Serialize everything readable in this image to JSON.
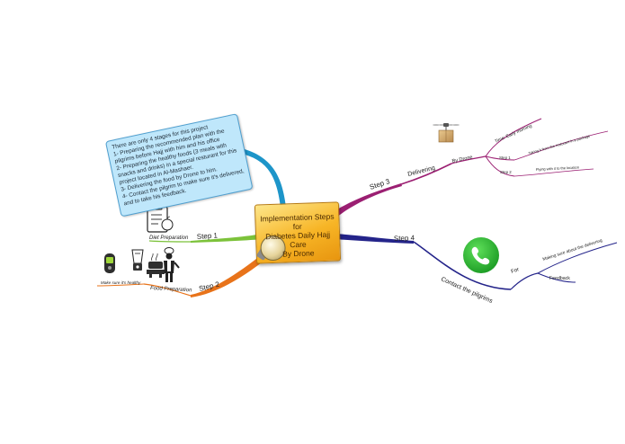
{
  "central_topic": {
    "title_lines": [
      "Implementation Steps for",
      "Diabetes Daily Hajj Care",
      "By Drone"
    ]
  },
  "note": {
    "lines": [
      "There are only 4 stages for this project",
      "1- Preparing the recommended plan with the",
      "pilgrims before Hajj with him and his office",
      "2- Preparing the healthy foods (3 meals with",
      "snacks and drinks) in a special resturant for this",
      "project located in Al-Mashaer.",
      "3- Delivering the food by Drone to him.",
      "4- Contact the pilgrim to make sure it's delivered,",
      "and to take his feedback."
    ]
  },
  "branches": {
    "step1": {
      "label": "Step 1",
      "sub": "Diet Preparation",
      "icon": "clipboard-apple-icon",
      "color": "#7cc23a"
    },
    "step2": {
      "label": "Step 2",
      "sub": "Food Preparation",
      "sub2": "Make sure it's healthy",
      "icons": [
        "glucose-meter-icon",
        "blender-icon",
        "cooking-pot-icon",
        "chef-icon"
      ],
      "color": "#e8731a"
    },
    "step3": {
      "label": "Step 3",
      "sub": "Delivering",
      "sub_sub": "By Drone",
      "icon": "drone-icon",
      "leaves": {
        "time": "Time: Early morning",
        "step1": "Step 1",
        "step1_detail": "Taking it from the resturant in a package",
        "step2": "Step 2",
        "step2_detail": "Flying with it to the location"
      },
      "color": "#9b1f72"
    },
    "step4": {
      "label": "Step 4",
      "sub": "Contact the pilgrims",
      "sub_sub": "For",
      "icon": "phone-icon",
      "leaves": {
        "making_sure": "Making sure about the delivering",
        "feedback": "Feedback"
      },
      "color": "#24248a"
    }
  }
}
